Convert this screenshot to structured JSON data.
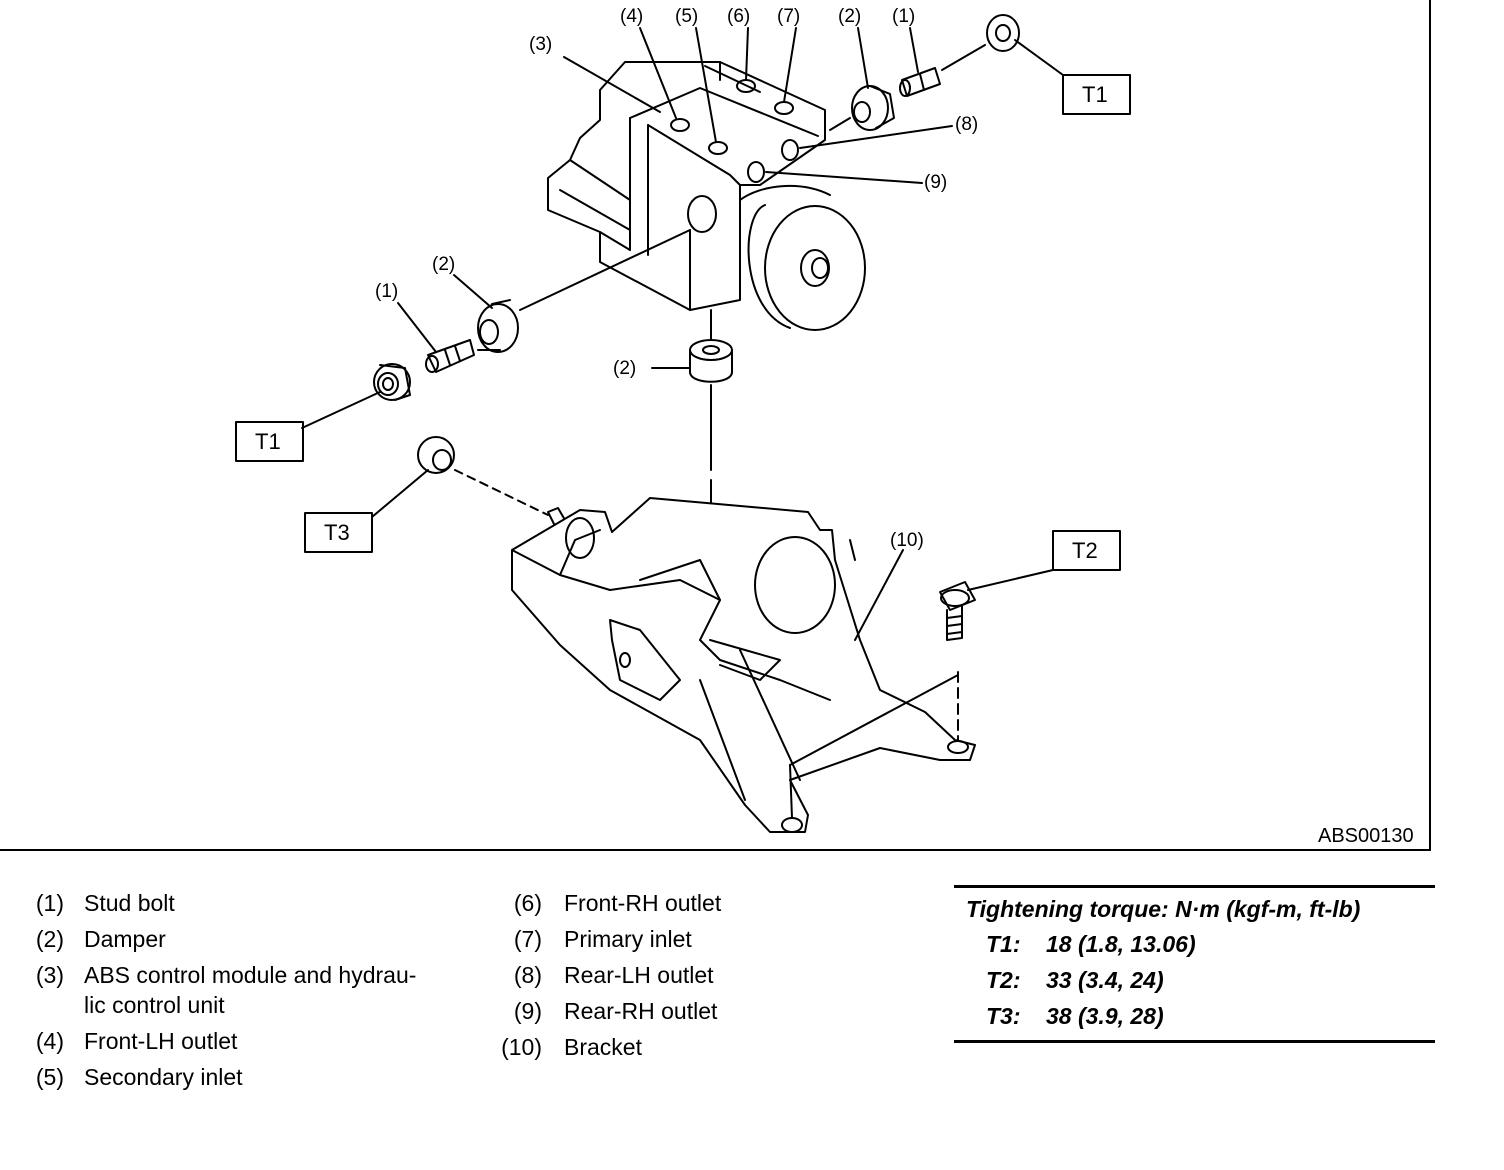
{
  "figure": {
    "id": "ABS00130",
    "callouts": {
      "c1": "(1)",
      "c2": "(2)",
      "c3": "(3)",
      "c4": "(4)",
      "c5": "(5)",
      "c6": "(6)",
      "c7": "(7)",
      "c8": "(8)",
      "c9": "(9)",
      "c10": "(10)"
    },
    "torque_boxes": {
      "t1": "T1",
      "t2": "T2",
      "t3": "T3"
    }
  },
  "legend": {
    "column1": [
      {
        "num": "(1)",
        "text": "Stud bolt"
      },
      {
        "num": "(2)",
        "text": "Damper"
      },
      {
        "num": "(3)",
        "text": "ABS control module and hydrau-\nlic control unit"
      },
      {
        "num": "(4)",
        "text": "Front-LH outlet"
      },
      {
        "num": "(5)",
        "text": "Secondary inlet"
      }
    ],
    "column2": [
      {
        "num": "(6)",
        "text": "Front-RH outlet"
      },
      {
        "num": "(7)",
        "text": "Primary inlet"
      },
      {
        "num": "(8)",
        "text": "Rear-LH outlet"
      },
      {
        "num": "(9)",
        "text": "Rear-RH outlet"
      },
      {
        "num": "(10)",
        "text": "Bracket"
      }
    ]
  },
  "torque": {
    "heading": "Tightening torque: N·m (kgf-m, ft-lb)",
    "rows": [
      {
        "key": "T1:",
        "value": "18 (1.8, 13.06)"
      },
      {
        "key": "T2:",
        "value": "33 (3.4, 24)"
      },
      {
        "key": "T3:",
        "value": "38 (3.9, 28)"
      }
    ]
  }
}
